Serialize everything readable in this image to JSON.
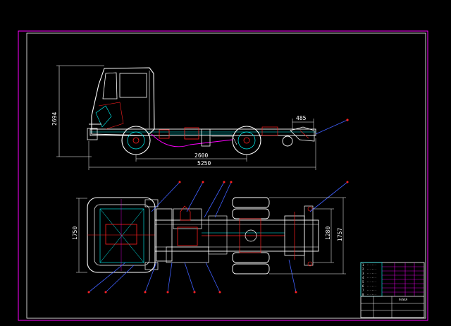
{
  "drawing": {
    "side_view": {
      "height_label": "2694",
      "rear_overhang_label": "485",
      "wheelbase_label": "2600",
      "overall_length_label": "5250"
    },
    "top_view": {
      "front_width_label": "1750",
      "rear_track_label": "1280",
      "rear_width_label": "1757"
    },
    "title_block": {
      "title_text": "VeS4A",
      "rows": [
        {
          "no": "1",
          "text": "······"
        },
        {
          "no": "2",
          "text": "······"
        },
        {
          "no": "3",
          "text": "······"
        },
        {
          "no": "4",
          "text": "······"
        },
        {
          "no": "5",
          "text": "······"
        },
        {
          "no": "6",
          "text": "······"
        },
        {
          "no": "7",
          "text": "······"
        },
        {
          "no": "8",
          "text": "······"
        }
      ]
    },
    "colors": {
      "background": "#000000",
      "frame": "#ff00ff",
      "outline": "#ffffff",
      "detail_cyan": "#00ffff",
      "detail_red": "#ff2020",
      "detail_magenta": "#ff00ff",
      "leader_blue": "#4060ff"
    }
  }
}
